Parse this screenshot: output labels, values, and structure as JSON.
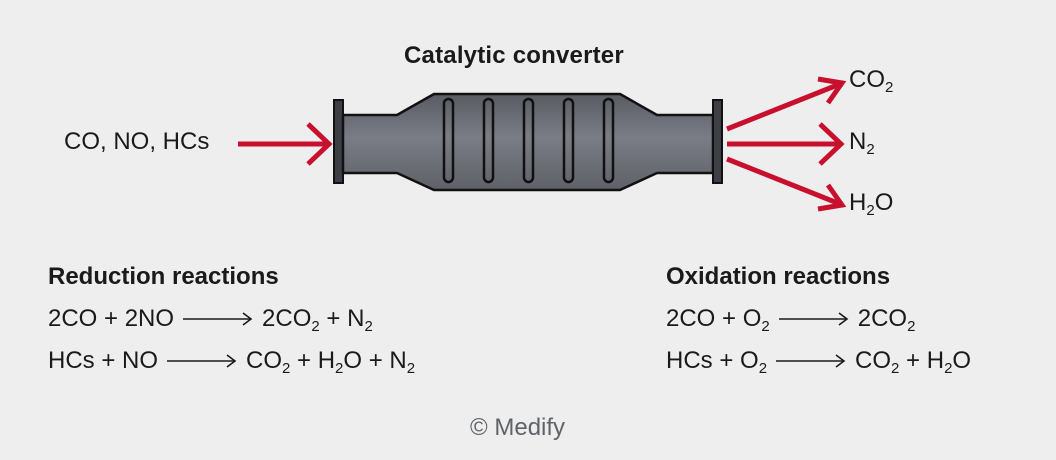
{
  "title": "Catalytic converter",
  "input_label": "CO, NO, HCs",
  "outputs": [
    {
      "base": "CO",
      "sub": "2",
      "tail": ""
    },
    {
      "base": "N",
      "sub": "2",
      "tail": ""
    },
    {
      "base": "H",
      "sub": "2",
      "tail": "O"
    }
  ],
  "reduction": {
    "title": "Reduction reactions",
    "equations": [
      {
        "lhs": [
          [
            "2CO + 2NO",
            ""
          ]
        ],
        "rhs": [
          [
            "2CO",
            "2"
          ],
          [
            " + N",
            "2"
          ]
        ]
      },
      {
        "lhs": [
          [
            "HCs + NO",
            ""
          ]
        ],
        "rhs": [
          [
            "CO",
            "2"
          ],
          [
            " + H",
            "2"
          ],
          [
            "O + N",
            "2"
          ]
        ]
      }
    ]
  },
  "oxidation": {
    "title": "Oxidation reactions",
    "equations": [
      {
        "lhs": [
          [
            "2CO + O",
            "2"
          ]
        ],
        "rhs": [
          [
            "2CO",
            "2"
          ]
        ]
      },
      {
        "lhs": [
          [
            "HCs + O",
            "2"
          ]
        ],
        "rhs": [
          [
            "CO",
            "2"
          ],
          [
            " + H",
            "2"
          ],
          [
            "O",
            ""
          ]
        ]
      }
    ]
  },
  "copyright": "© Medify",
  "colors": {
    "background": "#efeeee",
    "arrow": "#c8102e",
    "converter_body": "#6f727a",
    "text": "#1a1a1a",
    "copyright": "#5f6368"
  }
}
